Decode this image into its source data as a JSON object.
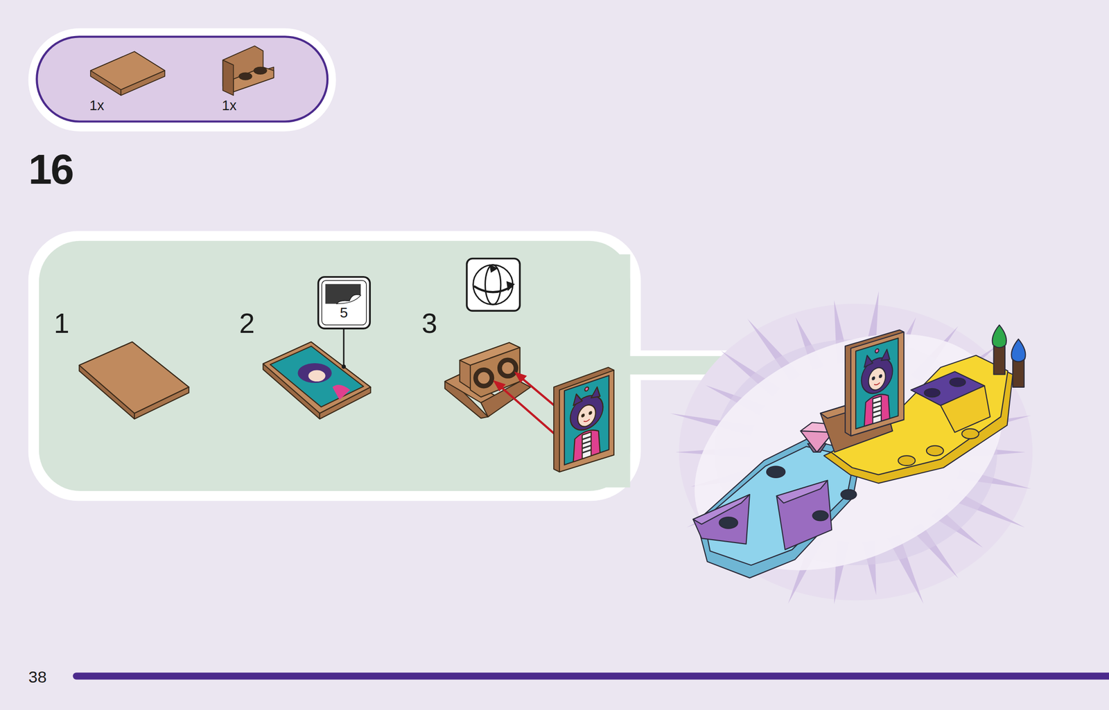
{
  "diagram": {
    "nodes": [
      {
        "text": [
          "1x",
          "1x"
        ]
      },
      {
        "text": [
          "1",
          "2",
          "3"
        ]
      },
      {
        "text": [
          "5"
        ],
        "in": 1
      }
    ],
    "labels": [
      "16",
      "38"
    ]
  }
}
